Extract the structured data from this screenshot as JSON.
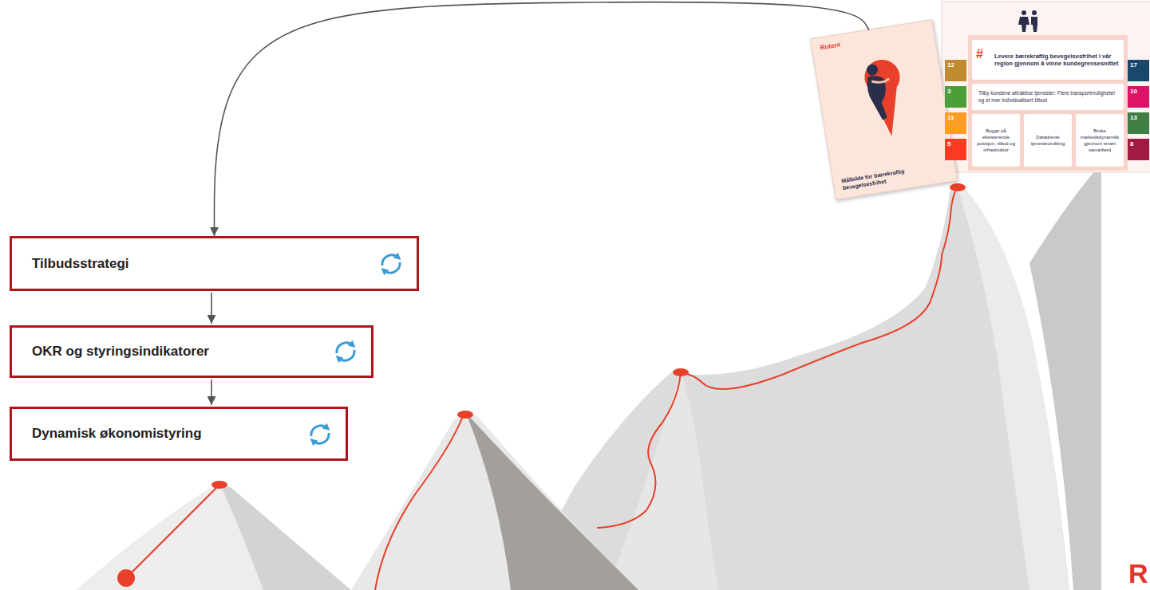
{
  "diagram": {
    "nodes": [
      {
        "text": [
          "Tilbudsstrategi"
        ]
      },
      {
        "text": [
          "OKR og styringsindikatorer"
        ]
      },
      {
        "text": [
          "Dynamisk økonomistyring"
        ]
      },
      {
        "text": [
          "Ruter#",
          "Målbilde for bærekraftig bevegelsesfrihet"
        ]
      },
      {
        "text": [
          "Levere bærekraftig bevegelsesfrihet i vår region gjennom å vinne kundegrensesnittet"
        ]
      },
      {
        "text": [
          "Tilby kundene attraktive tjenester: Flere transportmuligheter og et mer individualisert tilbud"
        ]
      },
      {
        "text": [
          "Bygge på eksisterende posisjon, tilbud og infrastruktur"
        ]
      },
      {
        "text": [
          "Datadrevet tjenesteutvikling"
        ]
      },
      {
        "text": [
          "Bruke markedsdynamikk gjennom smart samarbeid"
        ]
      }
    ],
    "edges": [
      {
        "from": 0,
        "to": 1,
        "arrow": "to"
      },
      {
        "from": 1,
        "to": 2,
        "arrow": "to"
      },
      {
        "from": 3,
        "to": 0,
        "arrow": "to"
      }
    ],
    "labels": [
      "#",
      "12",
      "3",
      "11",
      "5",
      "17",
      "10",
      "13",
      "8",
      "R"
    ]
  }
}
